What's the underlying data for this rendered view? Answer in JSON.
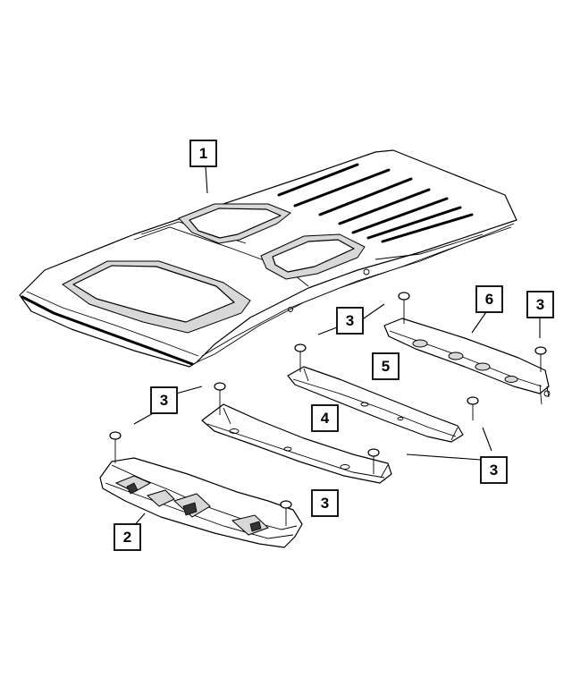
{
  "callouts": [
    {
      "id": "c1",
      "label": "1"
    },
    {
      "id": "c2",
      "label": "2"
    },
    {
      "id": "c3a",
      "label": "3"
    },
    {
      "id": "c3b",
      "label": "3"
    },
    {
      "id": "c3c",
      "label": "3"
    },
    {
      "id": "c3d",
      "label": "3"
    },
    {
      "id": "c3e",
      "label": "3"
    },
    {
      "id": "c4",
      "label": "4"
    },
    {
      "id": "c5",
      "label": "5"
    },
    {
      "id": "c6",
      "label": "6"
    }
  ]
}
